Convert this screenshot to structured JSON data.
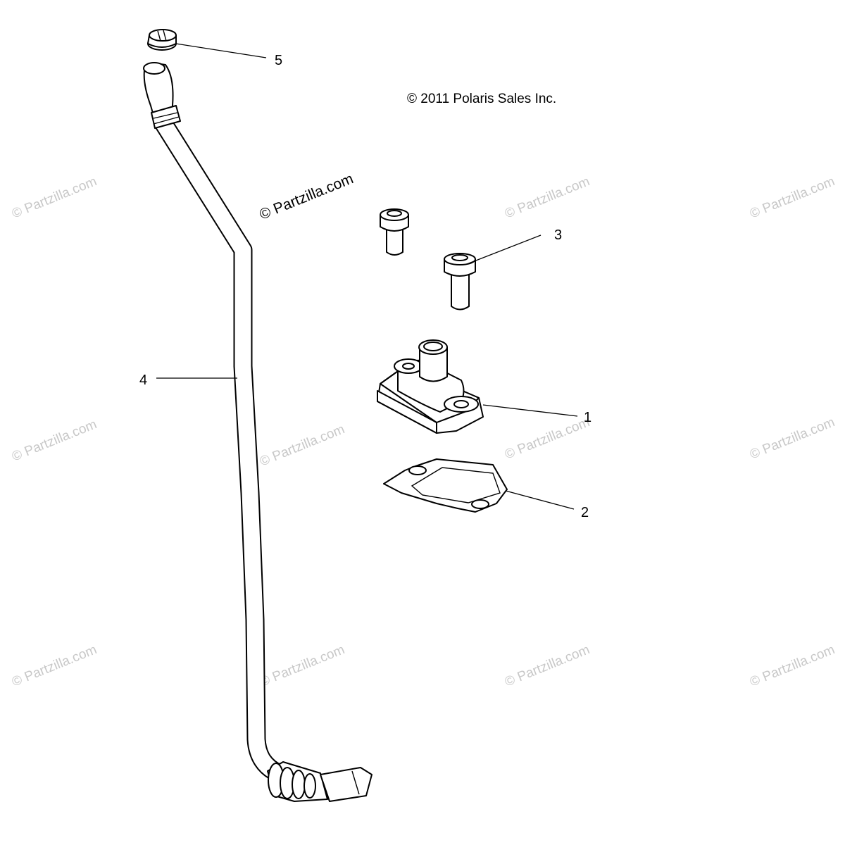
{
  "copyright": "© 2011 Polaris Sales Inc.",
  "brand_mark": "© Partzilla.com",
  "watermark_text": "© Partzilla.com",
  "callouts": [
    {
      "id": "1",
      "label": "1",
      "part": "valve-cover"
    },
    {
      "id": "2",
      "label": "2",
      "part": "gasket"
    },
    {
      "id": "3",
      "label": "3",
      "part": "bolt"
    },
    {
      "id": "4",
      "label": "4",
      "part": "breather-hose"
    },
    {
      "id": "5",
      "label": "5",
      "part": "hose-clamp"
    }
  ],
  "colors": {
    "line": "#000000",
    "watermark": "#c8c8c8",
    "background": "#ffffff"
  }
}
